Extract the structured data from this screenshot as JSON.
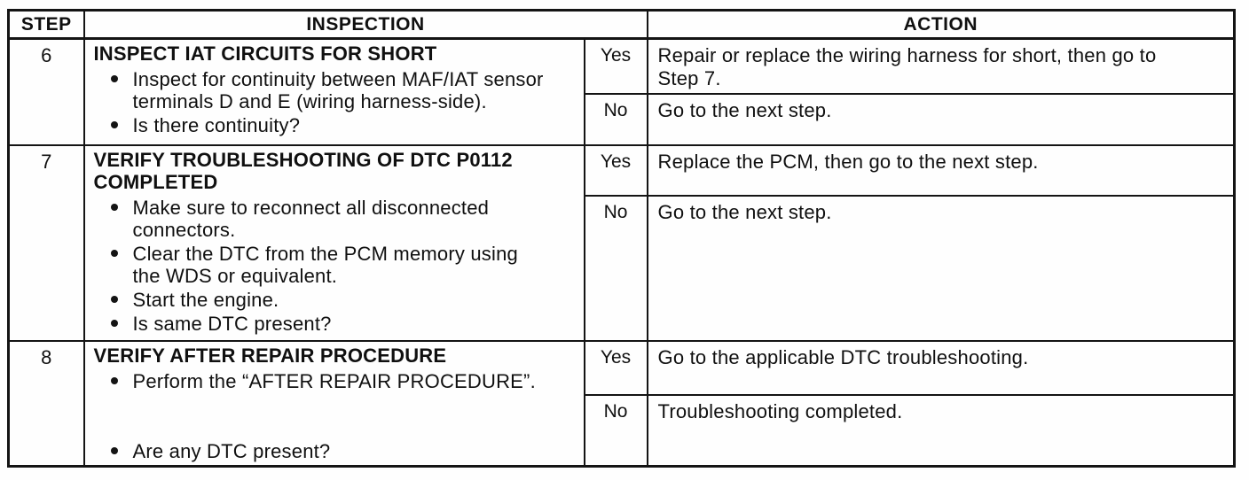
{
  "colors": {
    "ink": "#141414",
    "paper": "#fefefe"
  },
  "table": {
    "headers": {
      "step": "STEP",
      "inspection": "INSPECTION",
      "action": "ACTION"
    },
    "yes_label": "Yes",
    "no_label": "No",
    "rows": [
      {
        "step": "6",
        "title": "INSPECT IAT CIRCUITS FOR SHORT",
        "bullets": [
          "Inspect for continuity between MAF/IAT sensor\nterminals D and E (wiring harness-side).",
          "Is there continuity?"
        ],
        "yes_action": "Repair or replace the wiring harness for short, then go to\nStep 7.",
        "no_action": "Go to the next step."
      },
      {
        "step": "7",
        "title": "VERIFY TROUBLESHOOTING OF DTC P0112\nCOMPLETED",
        "bullets": [
          "Make sure to reconnect all disconnected\nconnectors.",
          "Clear the DTC from the PCM memory using\nthe WDS or equivalent.",
          "Start the engine.",
          "Is same DTC present?"
        ],
        "yes_action": "Replace the PCM, then go to the next step.",
        "no_action": "Go to the next step."
      },
      {
        "step": "8",
        "title": "VERIFY AFTER REPAIR PROCEDURE",
        "bullets": [
          "Perform the “AFTER REPAIR PROCEDURE”.",
          "Are any DTC present?"
        ],
        "yes_action": "Go to the applicable DTC troubleshooting.",
        "no_action": "Troubleshooting completed."
      }
    ]
  }
}
